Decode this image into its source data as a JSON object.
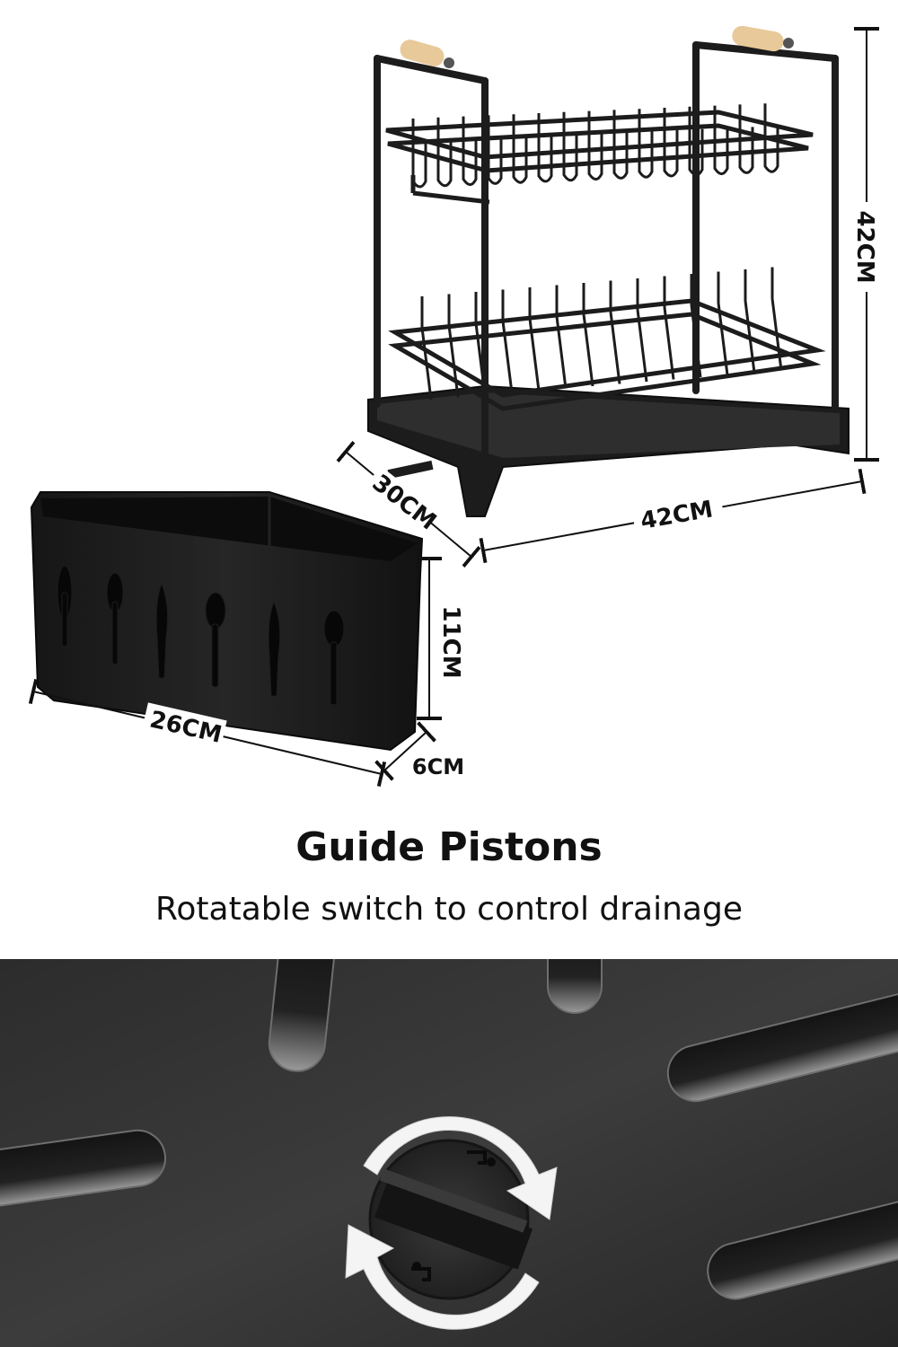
{
  "rack_dimensions": {
    "height": "42CM",
    "width": "42CM",
    "depth": "30CM"
  },
  "cutlery_holder_dimensions": {
    "height": "11CM",
    "width": "26CM",
    "depth": "6CM"
  },
  "feature": {
    "title": "Guide Pistons",
    "subtitle": "Rotatable switch to control drainage"
  },
  "colors": {
    "rack_black": "#1c1c1c",
    "tray_gray": "#3a3a3a",
    "handle_wood": "#e8c99a",
    "arrow_white": "#f4f4f4"
  }
}
